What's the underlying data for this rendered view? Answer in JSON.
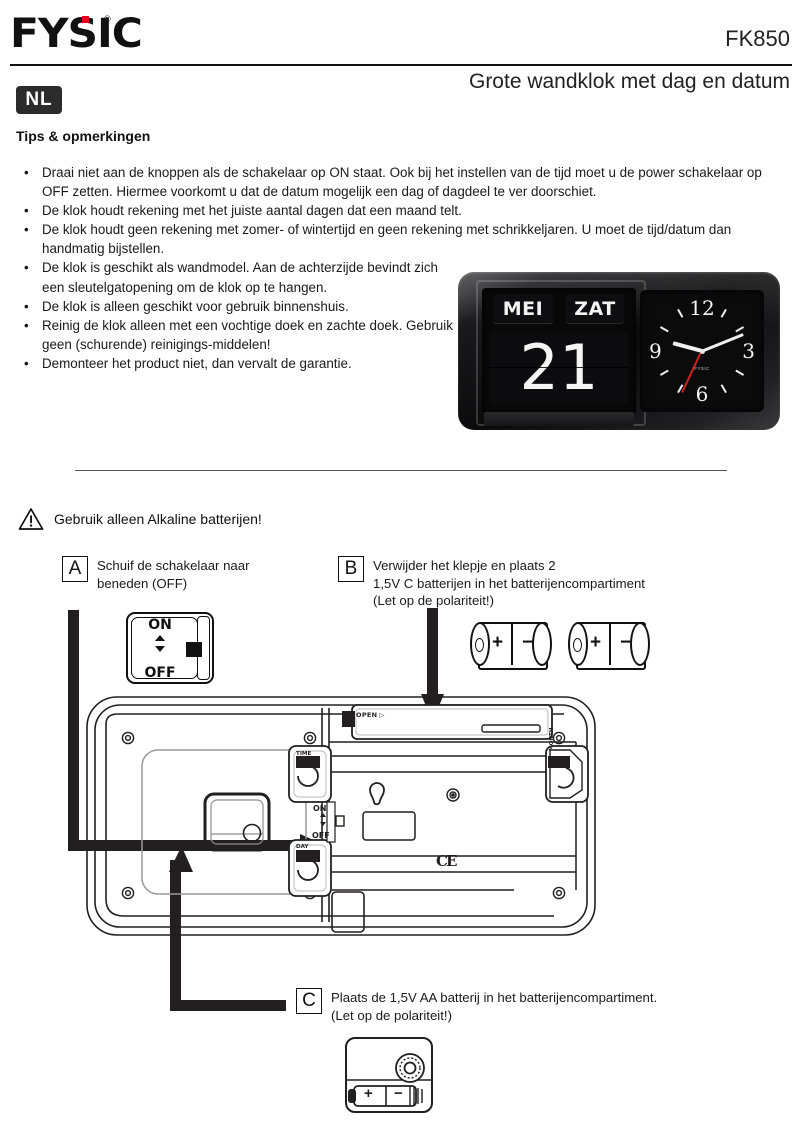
{
  "header": {
    "brand": "FYSIC",
    "brand_registered": "®",
    "model": "FK850",
    "subtitle": "Grote wandklok met dag en datum",
    "language_badge": "NL"
  },
  "tips": {
    "title": "Tips & opmerkingen",
    "items": [
      "Draai niet aan de knoppen als de schakelaar op ON staat. Ook bij het instellen van de tijd moet u de power schakelaar op OFF zetten. Hiermee voorkomt u dat de datum mogelijk een dag of dagdeel te ver doorschiet.",
      "De klok houdt rekening met het juiste aantal dagen dat een maand telt.",
      "De klok houdt geen rekening met zomer- of wintertijd en geen rekening met schrikkeljaren. U moet de tijd/datum dan handmatig bijstellen.",
      "De klok is geschikt als wandmodel. Aan de achterzijde bevindt zich een sleutelgatopening om de klok op te hangen.",
      "De klok is alleen geschikt voor gebruik binnenshuis.",
      "Reinig de klok alleen met een vochtige doek en zachte doek. Gebruik geen (schurende) reinigings-middelen!",
      "Demonteer het product niet, dan vervalt de garantie."
    ],
    "bullet": "•"
  },
  "clock_photo": {
    "month": "MEI",
    "weekday": "ZAT",
    "date": "21",
    "dial_numbers": [
      "12",
      "3",
      "6",
      "9"
    ],
    "dial_brand": "FYSIC"
  },
  "warning": {
    "icon": "warning-triangle-icon",
    "text": "Gebruik alleen Alkaline batterijen!"
  },
  "steps": [
    {
      "label": "A",
      "lines": [
        "Schuif de schakelaar naar",
        "beneden (OFF)"
      ]
    },
    {
      "label": "B",
      "lines": [
        "Verwijder het klepje en plaats 2",
        "1,5V C batterijen in het batterijencompartiment",
        "(Let op de polariteit!)"
      ]
    },
    {
      "label": "C",
      "lines": [
        "Plaats de 1,5V AA batterij in het batterijencompartiment.",
        "(Let op de polariteit!)"
      ]
    }
  ],
  "switch_detail": {
    "on": "ON",
    "off": "OFF"
  },
  "c_batteries": {
    "count": 2,
    "plus": "+",
    "minus": "−"
  },
  "aa_battery": {
    "plus": "+",
    "minus": "−"
  },
  "back_panel": {
    "open_label": "OPEN",
    "open_arrow": "▷",
    "time_label": "TIME",
    "month_label": "MONTH",
    "day_label": "DAY",
    "switch_on": "ON",
    "switch_off": "OFF",
    "ce_mark": "CE"
  },
  "colors": {
    "accent_red": "#e2001a",
    "ink": "#231f20",
    "badge_bg": "#2b2b2b"
  }
}
